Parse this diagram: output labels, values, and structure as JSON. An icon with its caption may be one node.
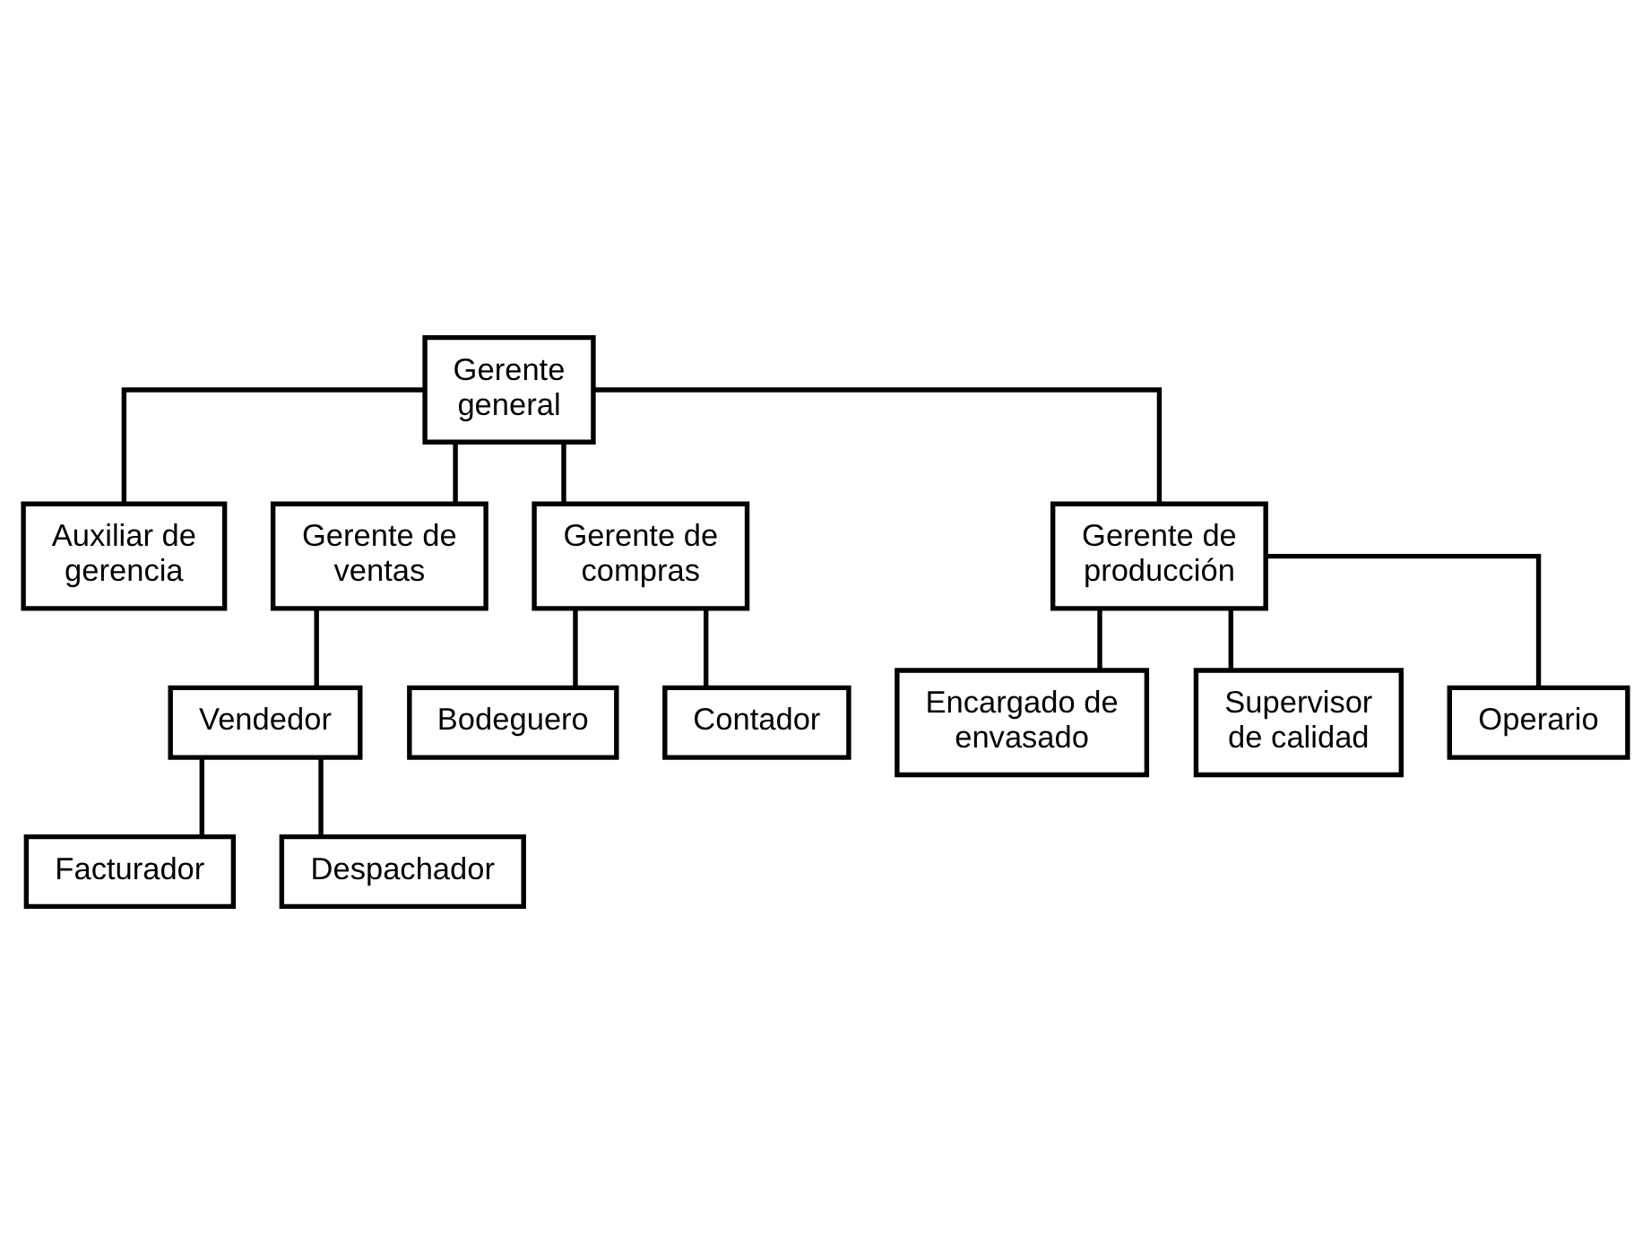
{
  "diagram": {
    "nodes": [
      {
        "text": [
          "Gerente general"
        ]
      },
      {
        "text": [
          "Auxiliar de gerencia"
        ]
      },
      {
        "text": [
          "Gerente de ventas"
        ]
      },
      {
        "text": [
          "Gerente de compras"
        ]
      },
      {
        "text": [
          "Gerente de producción"
        ]
      },
      {
        "text": [
          "Vendedor"
        ]
      },
      {
        "text": [
          "Facturador"
        ]
      },
      {
        "text": [
          "Despachador"
        ]
      },
      {
        "text": [
          "Bodeguero"
        ]
      },
      {
        "text": [
          "Contador"
        ]
      },
      {
        "text": [
          "Encargado de envasado"
        ]
      },
      {
        "text": [
          "Supervisor de calidad"
        ]
      },
      {
        "text": [
          "Operario"
        ]
      }
    ],
    "edges": [
      {
        "from": 0,
        "to": 1,
        "arrow": "none"
      },
      {
        "from": 0,
        "to": 2,
        "arrow": "none"
      },
      {
        "from": 0,
        "to": 3,
        "arrow": "none"
      },
      {
        "from": 0,
        "to": 4,
        "arrow": "none"
      },
      {
        "from": 2,
        "to": 5,
        "arrow": "none"
      },
      {
        "from": 5,
        "to": 6,
        "arrow": "none"
      },
      {
        "from": 5,
        "to": 7,
        "arrow": "none"
      },
      {
        "from": 3,
        "to": 8,
        "arrow": "none"
      },
      {
        "from": 3,
        "to": 9,
        "arrow": "none"
      },
      {
        "from": 4,
        "to": 10,
        "arrow": "none"
      },
      {
        "from": 4,
        "to": 11,
        "arrow": "none"
      },
      {
        "from": 4,
        "to": 12,
        "arrow": "none"
      }
    ]
  }
}
